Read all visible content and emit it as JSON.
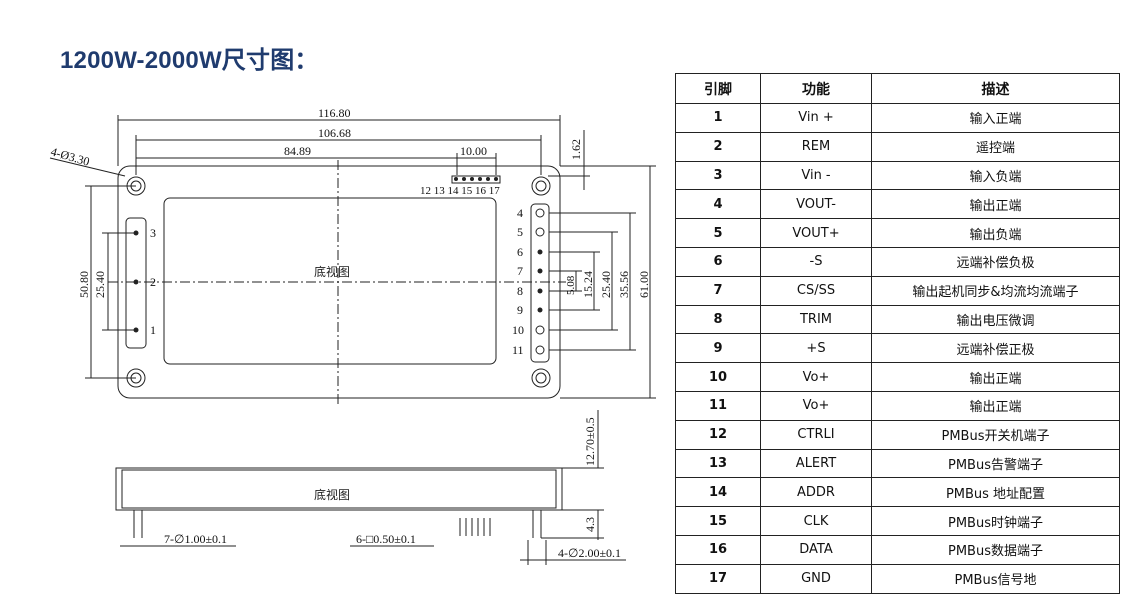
{
  "title": "1200W-2000W尺寸图：",
  "drawing": {
    "top_view": {
      "label": "底视图",
      "dims": {
        "overall_width": "116.80",
        "hole_spacing": "106.68",
        "pin_offset": "84.89",
        "pmbus_span": "10.00",
        "edge_offset": "1.62",
        "hole_note": "4-Ø3.30",
        "left_span": "50.80",
        "left_pin_pitch": "25.40",
        "right_span_1": "5.08",
        "right_span_2": "15.24",
        "right_span_3": "25.40",
        "right_span_4": "35.56",
        "overall_height": "61.00"
      },
      "pin_labels_left": [
        "3",
        "2",
        "1"
      ],
      "pin_labels_right": [
        "4",
        "5",
        "6",
        "7",
        "8",
        "9",
        "10",
        "11"
      ],
      "pmbus_pin_labels": "12 13 14 15 16 17"
    },
    "side_view": {
      "label": "底视图",
      "height_dim": "12.70±0.5",
      "pin_length": "4.3",
      "pin_note_1": "7-∅1.00±0.1",
      "pin_note_2": "6-□0.50±0.1",
      "pin_note_3": "4-∅2.00±0.1"
    }
  },
  "table": {
    "headers": [
      "引脚",
      "功能",
      "描述"
    ],
    "rows": [
      [
        "1",
        "Vin +",
        "输入正端"
      ],
      [
        "2",
        "REM",
        "遥控端"
      ],
      [
        "3",
        "Vin -",
        "输入负端"
      ],
      [
        "4",
        "VOUT-",
        "输出正端"
      ],
      [
        "5",
        "VOUT+",
        "输出负端"
      ],
      [
        "6",
        "-S",
        "远端补偿负极"
      ],
      [
        "7",
        "CS/SS",
        "输出起机同步&均流均流端子"
      ],
      [
        "8",
        "TRIM",
        "输出电压微调"
      ],
      [
        "9",
        "+S",
        "远端补偿正极"
      ],
      [
        "10",
        "Vo+",
        "输出正端"
      ],
      [
        "11",
        "Vo+",
        "输出正端"
      ],
      [
        "12",
        "CTRLI",
        "PMBus开关机端子"
      ],
      [
        "13",
        "ALERT",
        "PMBus告警端子"
      ],
      [
        "14",
        "ADDR",
        "PMBus 地址配置"
      ],
      [
        "15",
        "CLK",
        "PMBus时钟端子"
      ],
      [
        "16",
        "DATA",
        "PMBus数据端子"
      ],
      [
        "17",
        "GND",
        "PMBus信号地"
      ]
    ]
  }
}
